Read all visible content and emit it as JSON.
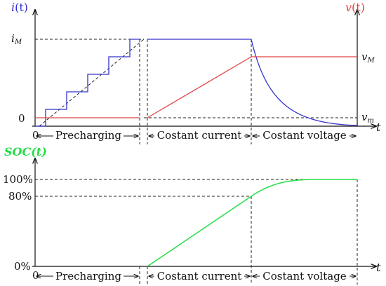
{
  "top_panel": {
    "y_left_label_symbol": "i",
    "y_left_label_arg": "(t)",
    "y_right_label_symbol": "v",
    "y_right_label_arg": "(t)",
    "x_label": "t",
    "tick_i_max_symbol": "i",
    "tick_i_max_sub": "M",
    "tick_zero": "0",
    "origin": "0",
    "tick_v_max_symbol": "v",
    "tick_v_max_sub": "M",
    "tick_v_min_symbol": "v",
    "tick_v_min_sub": "m",
    "phase_1": "Precharging",
    "phase_2": "Costant current",
    "phase_3": "Costant voltage",
    "colors": {
      "current": "#3333cc",
      "voltage": "#e04444",
      "axis": "#111111"
    }
  },
  "bottom_panel": {
    "y_label": "SOC(t)",
    "x_label": "t",
    "tick_100": "100%",
    "tick_80": "80%",
    "tick_0": "0%",
    "origin": "0",
    "phase_1": "Precharging",
    "phase_2": "Costant current",
    "phase_3": "Costant voltage",
    "colors": {
      "soc": "#22dd44",
      "axis": "#111111"
    }
  }
}
